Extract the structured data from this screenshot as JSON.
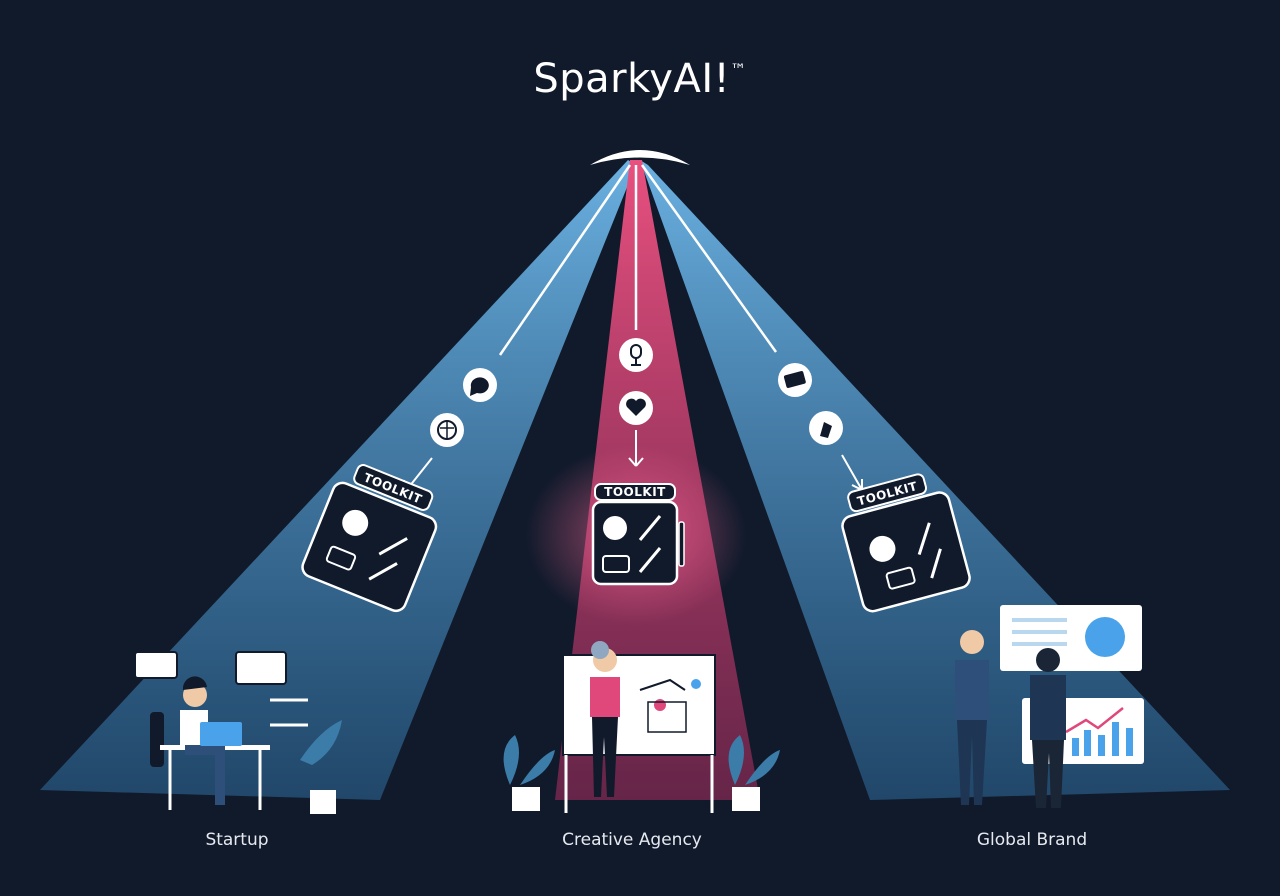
{
  "header": {
    "brand": "SparkyAI!",
    "trademark": "™"
  },
  "toolkit_label": "TOOLKIT",
  "segments": [
    {
      "label": "Startup",
      "beam_color": "#4f9fd6",
      "icons": [
        "speech-bubble-icon",
        "brain-icon"
      ]
    },
    {
      "label": "Creative Agency",
      "beam_color": "#e0477a",
      "icons": [
        "microphone-icon",
        "heart-icon"
      ]
    },
    {
      "label": "Global Brand",
      "beam_color": "#4f9fd6",
      "icons": [
        "credit-card-icon",
        "pen-nib-icon"
      ]
    }
  ],
  "colors": {
    "background": "#111a2b",
    "blue_beam": "#4f9fd6",
    "pink_beam": "#e0477a"
  }
}
